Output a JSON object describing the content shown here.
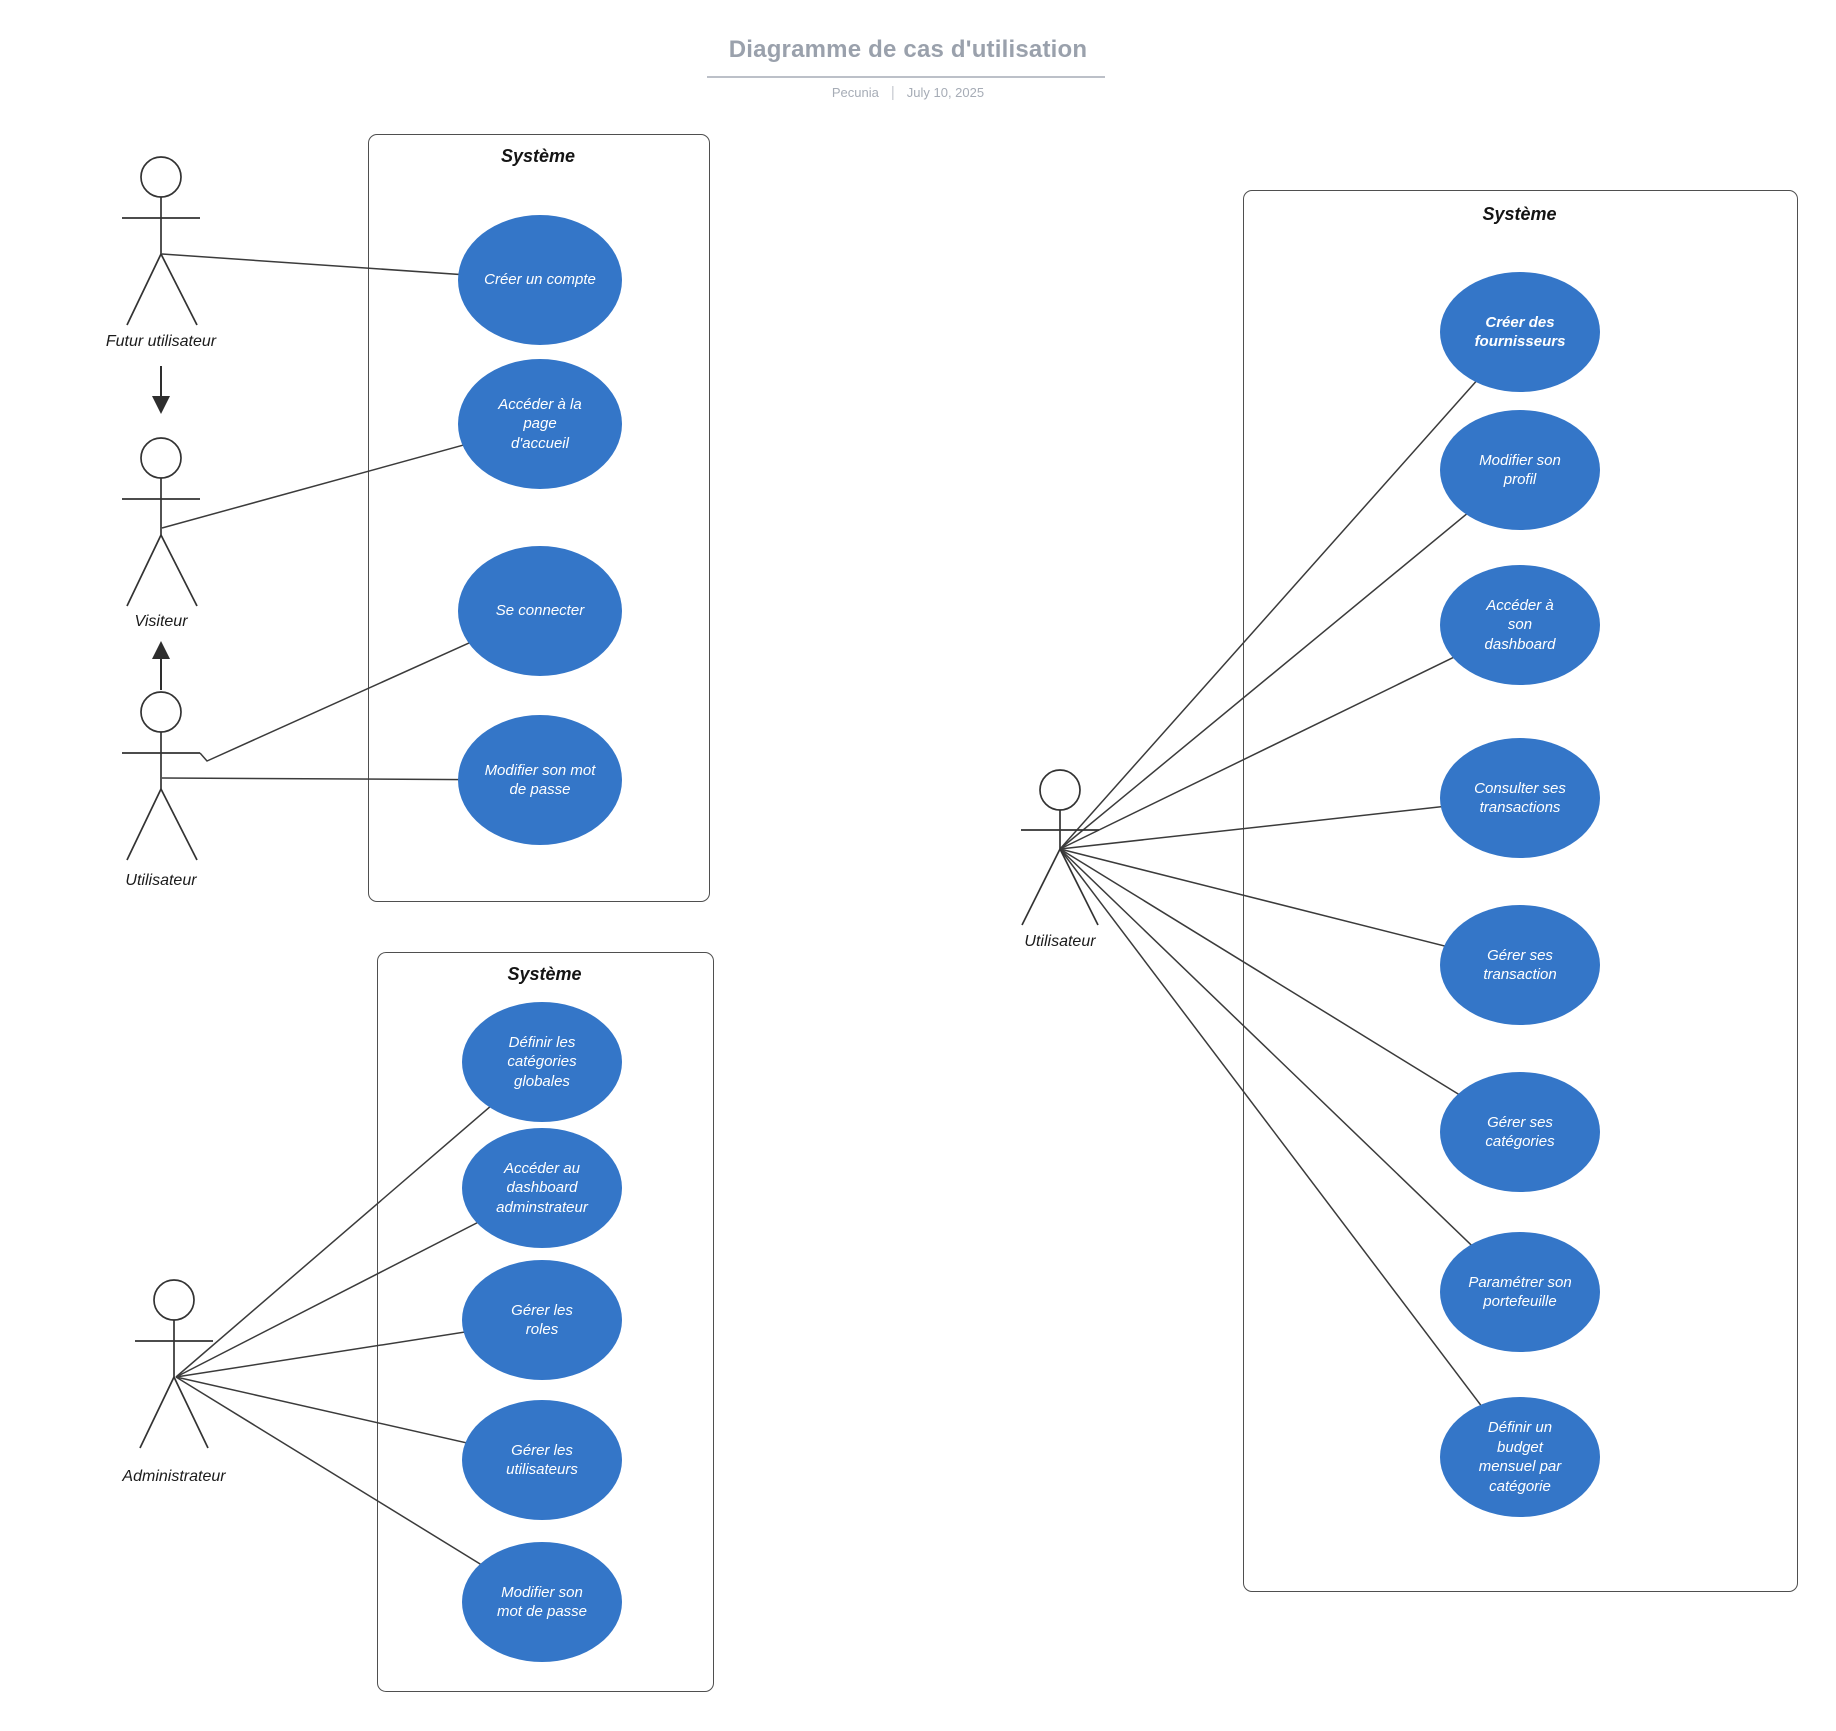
{
  "header": {
    "title": "Diagramme de cas d'utilisation",
    "brand": "Pecunia",
    "separator": "|",
    "date": "July 10, 2025"
  },
  "colors": {
    "usecase_fill": "#3476C8",
    "usecase_text": "#FFFFFF",
    "connector": "#3B3B3B",
    "frame_border": "#4F4F4F",
    "header_gray": "#9AA1AC"
  },
  "left_top": {
    "frame_title": "Système",
    "actors": {
      "futur": "Futur utilisateur",
      "visiteur": "Visiteur",
      "utilisateur": "Utilisateur"
    },
    "usecases": [
      {
        "label": "Créer un compte"
      },
      {
        "label": "Accéder à la page d'accueil"
      },
      {
        "label": "Se connecter"
      },
      {
        "label": "Modifier son mot de passe"
      }
    ]
  },
  "left_bottom": {
    "frame_title": "Système",
    "actor": "Administrateur",
    "usecases": [
      {
        "label": "Définir les catégories globales"
      },
      {
        "label": "Accéder au dashboard adminstrateur"
      },
      {
        "label": "Gérer les roles"
      },
      {
        "label": "Gérer les utilisateurs"
      },
      {
        "label": "Modifier son mot de passe"
      }
    ]
  },
  "right": {
    "frame_title": "Système",
    "actor": "Utilisateur",
    "usecases": [
      {
        "label": "Créer des fournisseurs"
      },
      {
        "label": "Modifier son profil"
      },
      {
        "label": "Accéder à son dashboard"
      },
      {
        "label": "Consulter ses transactions"
      },
      {
        "label": "Gérer ses transaction"
      },
      {
        "label": "Gérer ses catégories"
      },
      {
        "label": "Paramétrer son portefeuille"
      },
      {
        "label": "Définir un budget mensuel par catégorie"
      }
    ]
  }
}
